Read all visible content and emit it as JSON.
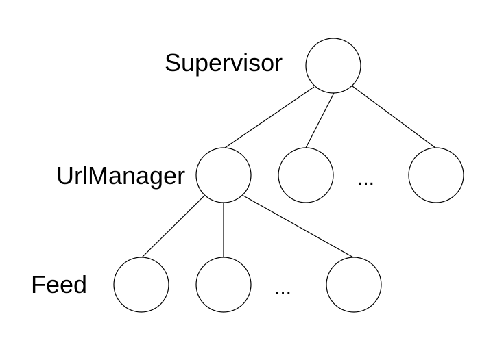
{
  "levels": {
    "supervisor": "Supervisor",
    "url_manager": "UrlManager",
    "feed": "Feed"
  },
  "ellipsis": {
    "middle_row": "...",
    "bottom_row": "..."
  },
  "colors": {
    "stroke": "#000000",
    "node_fill": "#ffffff",
    "background": "#ffffff"
  }
}
